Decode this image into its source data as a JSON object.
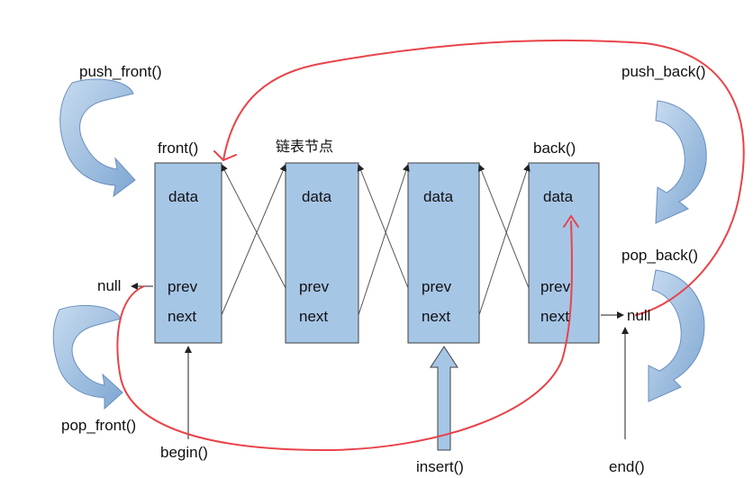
{
  "diagram": {
    "nodes": [
      {
        "data": "data",
        "prev": "prev",
        "next": "next"
      },
      {
        "data": "data",
        "prev": "prev",
        "next": "next"
      },
      {
        "data": "data",
        "prev": "prev",
        "next": "next"
      },
      {
        "data": "data",
        "prev": "prev",
        "next": "next"
      }
    ],
    "labels": {
      "push_front": "push_front()",
      "pop_front": "pop_front()",
      "push_back": "push_back()",
      "pop_back": "pop_back()",
      "front": "front()",
      "node_caption": "链表节点",
      "back": "back()",
      "null_left": "null",
      "null_right": "null",
      "begin": "begin()",
      "insert": "insert()",
      "end": "end()"
    },
    "colors": {
      "node_fill": "#a6c6e6",
      "node_stroke": "#404040",
      "curve_arrow": "#8fb4dc",
      "annotation": "#e8434a"
    }
  }
}
